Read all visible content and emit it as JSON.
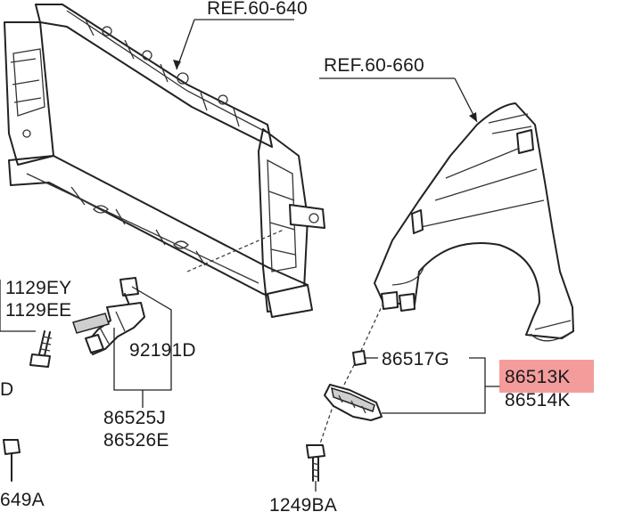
{
  "labels": {
    "ref_radiator_support": "REF.60-640",
    "ref_fender": "REF.60-660",
    "bolt_a": "1129EY",
    "bolt_b": "1129EE",
    "bracket_part": "92191D",
    "bracket_a": "86525J",
    "bracket_b": "86526E",
    "clip": "86517G",
    "guard_a": "86513K",
    "guard_b": "86514K",
    "screw": "1249BA",
    "edge_d": "D",
    "edge_649a": "649A"
  },
  "colors": {
    "highlight": "#f28b8b",
    "line": "#222222"
  }
}
